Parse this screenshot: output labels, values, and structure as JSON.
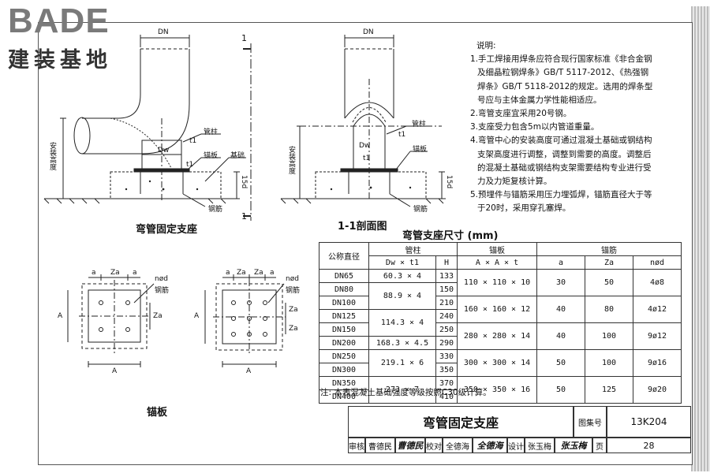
{
  "logo": {
    "brand": "BADE",
    "subtitle": "建装基地"
  },
  "drawing": {
    "labels": {
      "dn": "DN",
      "install_height": "安装高度",
      "pipe_column": "管柱",
      "t1": "t1",
      "dw": "Dw",
      "anchor_plate": "锚板",
      "foundation": "基础",
      "rebar": "钢筋",
      "depth": "15d",
      "section_mark": "1",
      "rebar_dia": "nød",
      "a": "a",
      "za": "Za",
      "A": "A"
    },
    "captions": {
      "elbow_support": "弯管固定支座",
      "section_1_1": "1-1剖面图",
      "anchor_plate": "锚板"
    }
  },
  "notes": {
    "heading": "说明:",
    "items": [
      "1.手工焊接用焊条应符合现行国家标准《非合金钢及细晶粒钢焊条》GB/T 5117-2012、《热强钢焊条》GB/T 5118-2012的规定。选用的焊条型号应与主体金属力学性能相适应。",
      "2.弯管支座宜采用20号钢。",
      "3.支座受力包含5m以内管道重量。",
      "4.弯管中心的安装高度可通过混凝土基础或钢结构支架高度进行调整，调整到需要的高度。调整后的混凝土基础或钢结构支架需要结构专业进行受力及力矩复核计算。",
      "5.预埋件与锚筋采用压力埋弧焊，锚筋直径大于等于20时，采用穿孔塞焊。"
    ]
  },
  "table": {
    "title": "弯管支座尺寸  (mm)",
    "headers": {
      "nominal": "公称直径",
      "column": "管柱",
      "plate": "锚板",
      "rebar": "锚筋",
      "dw_t1": "Dw × t1",
      "h": "H",
      "axaxt": "A × A × t",
      "a": "a",
      "za": "Za",
      "nd": "nød"
    },
    "rows": [
      {
        "dn": "DN65",
        "dw": "60.3 × 4",
        "h": "133",
        "plate": "110 × 110 × 10",
        "a": "30",
        "za": "50",
        "nd": "4ø8"
      },
      {
        "dn": "DN80",
        "dw": "88.9 × 4",
        "h": "150"
      },
      {
        "dn": "DN100",
        "h": "210",
        "plate": "160 × 160 × 12",
        "a": "40",
        "za": "80",
        "nd": "4ø12"
      },
      {
        "dn": "DN125",
        "dw": "114.3 × 4",
        "h": "240"
      },
      {
        "dn": "DN150",
        "h": "250",
        "plate": "280 × 280 × 14",
        "a": "40",
        "za": "100",
        "nd": "9ø12"
      },
      {
        "dn": "DN200",
        "dw": "168.3 × 4.5",
        "h": "290"
      },
      {
        "dn": "DN250",
        "dw": "219.1 × 6",
        "h": "330",
        "plate": "300 × 300 × 14",
        "a": "50",
        "za": "100",
        "nd": "9ø16"
      },
      {
        "dn": "DN300",
        "h": "350"
      },
      {
        "dn": "DN350",
        "dw": "273 × 7",
        "h": "370",
        "plate": "350 × 350 × 16",
        "a": "50",
        "za": "125",
        "nd": "9ø20"
      },
      {
        "dn": "DN400",
        "h": "410"
      }
    ],
    "note": "注: 本表混凝土基础强度等级按照C30级计算。"
  },
  "title_block": {
    "title": "弯管固定支座",
    "atlas_label": "图集号",
    "atlas_no": "13K204",
    "review_label": "审核",
    "reviewer": "曹德民",
    "reviewer_sig": "曹德民",
    "check_label": "校对",
    "checker": "全德海",
    "checker_sig": "全德海",
    "design_label": "设计",
    "designer": "张玉梅",
    "designer_sig": "张玉梅",
    "page_label": "页",
    "page_no": "28"
  }
}
